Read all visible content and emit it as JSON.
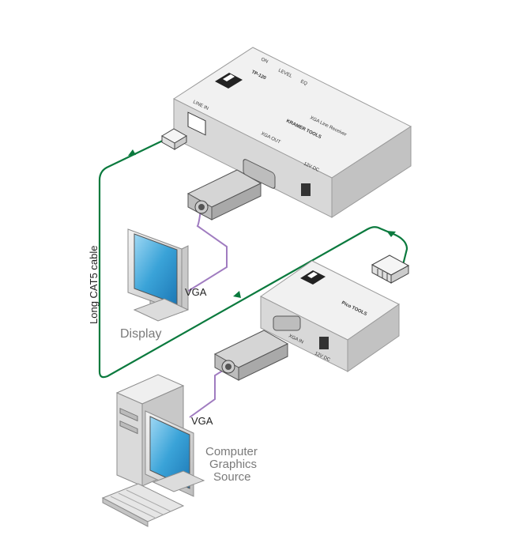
{
  "labels": {
    "cable": "Long CAT5 cable",
    "vga_top": "VGA",
    "vga_bottom": "VGA",
    "display": "Display",
    "source_line1": "Computer",
    "source_line2": "Graphics",
    "source_line3": "Source"
  },
  "receiver": {
    "model": "TP-120",
    "brand": "KRAMER TOOLS",
    "subtitle": "XGA Line Receiver",
    "port_line_in": "LINE IN",
    "port_xga_out": "XGA OUT",
    "port_power": "12V DC",
    "led_on": "ON",
    "led_level": "LEVEL",
    "led_eq": "EQ"
  },
  "transmitter": {
    "brand": "Pico TOOLS",
    "port_power": "12V DC",
    "port_vga_in": "XGA IN"
  },
  "colors": {
    "cat5_cable": "#0b7a3e",
    "vga_cable": "#a07cc0",
    "screen": "#3aa3d8",
    "device_body": "#e4e4e4"
  }
}
